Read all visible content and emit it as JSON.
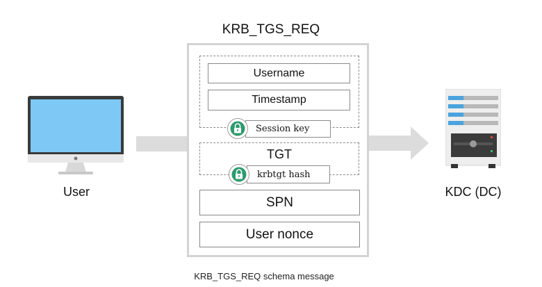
{
  "title": "KRB_TGS_REQ",
  "caption": "KRB_TGS_REQ schema message",
  "user_label": "User",
  "kdc_label": "KDC (DC)",
  "fields": {
    "username": "Username",
    "timestamp": "Timestamp",
    "session_key": "Session key",
    "tgt": "TGT",
    "krbtgt_hash": "krbtgt hash",
    "spn": "SPN",
    "user_nonce": "User nonce"
  },
  "icons": {
    "user": "desktop-monitor-icon",
    "kdc": "server-icon",
    "key": "padlock-icon"
  },
  "colors": {
    "lock": "#2e9a6e",
    "screen": "#7dc8f5",
    "server_stripe": "#4aa3de",
    "arrow": "#dcdcdc"
  }
}
